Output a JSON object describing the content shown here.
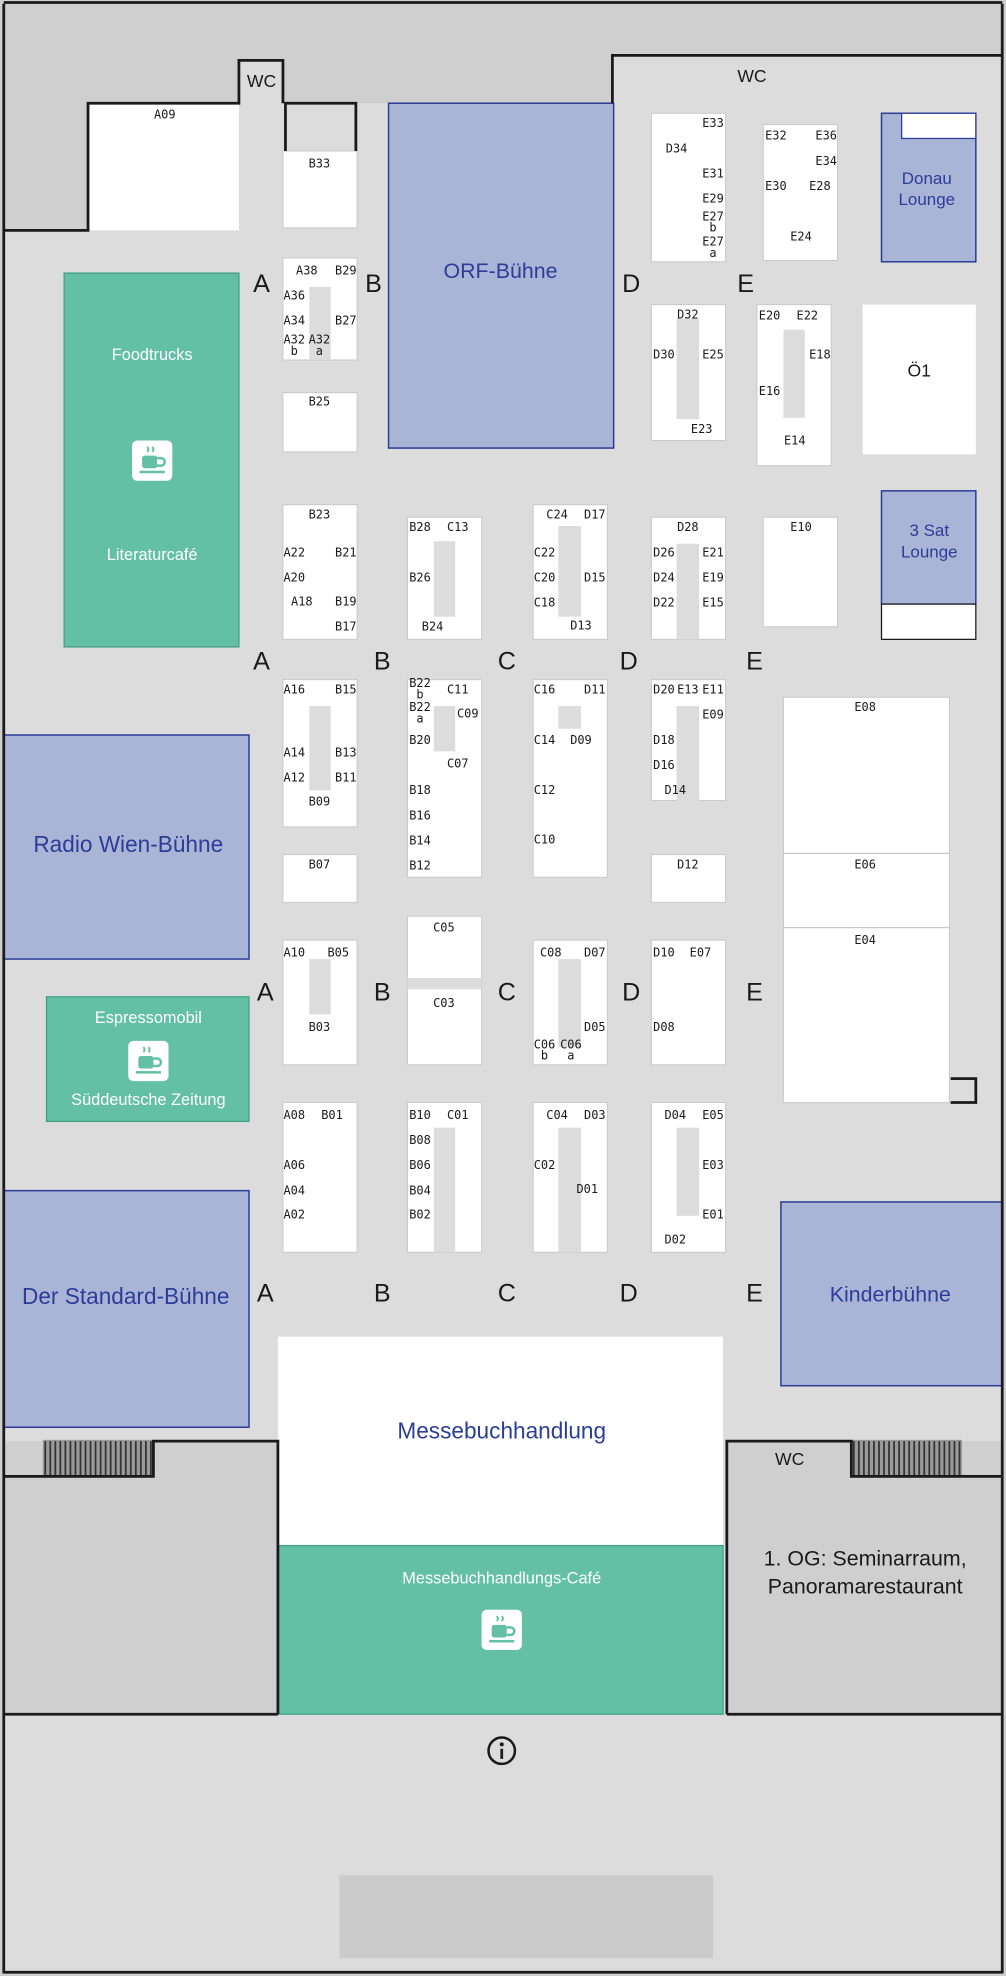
{
  "stages": {
    "orf": "ORF-Bühne",
    "donau": [
      "Donau",
      "Lounge"
    ],
    "sat3": [
      "3 Sat",
      "Lounge"
    ],
    "radio_wien": "Radio Wien-Bühne",
    "standard": "Der Standard-Bühne",
    "kinder": "Kinderbühne",
    "messebuch": "Messebuchhandlung"
  },
  "green_areas": {
    "foodtrucks": "Foodtrucks",
    "literaturcafe": "Literaturcafé",
    "espressomobil": "Espressomobil",
    "sueddeutsche": "Süddeutsche Zeitung",
    "buchcafe": "Messebuchhandlungs-Café"
  },
  "oe1": "Ö1",
  "wc": "WC",
  "upper_floor": [
    "1. OG: Seminarraum,",
    "Panoramarestaurant"
  ],
  "icons": {
    "coffee": "coffee-cup-icon",
    "info": "info-icon"
  },
  "colors": {
    "stage": "#aab4d6",
    "stage_text": "#2b3d97",
    "cafe": "#63c0a5",
    "floor": "#dcdcdc",
    "outside": "#cfcfcf"
  },
  "aisles": [
    "A",
    "B",
    "C",
    "D",
    "E"
  ],
  "booths": [
    "A09",
    "B33",
    "A38",
    "B29",
    "A36",
    "B27",
    "A34",
    "A32 b",
    "A32 a",
    "B25",
    "B23",
    "A22",
    "B21",
    "A20",
    "A18",
    "B19",
    "B17",
    "B28",
    "C13",
    "B26",
    "B24",
    "C24",
    "D17",
    "C22",
    "C20",
    "D15",
    "C18",
    "D13",
    "D34",
    "E33",
    "E31",
    "E29",
    "E27 b",
    "E27 a",
    "E32",
    "E36",
    "E34",
    "E30",
    "E28",
    "E24",
    "D32",
    "D30",
    "E25",
    "E23",
    "E20",
    "E22",
    "E18",
    "E16",
    "E14",
    "D28",
    "D26",
    "E21",
    "D24",
    "E19",
    "D22",
    "E15",
    "E10",
    "A16",
    "B15",
    "A14",
    "B13",
    "A12",
    "B11",
    "B09",
    "B07",
    "B22 b",
    "B22 a",
    "C11",
    "C09",
    "B20",
    "C07",
    "B18",
    "B16",
    "B14",
    "B12",
    "C16",
    "D11",
    "C14",
    "D09",
    "C12",
    "C10",
    "D20",
    "E13",
    "E11",
    "E09",
    "D18",
    "D16",
    "D14",
    "D12",
    "E08",
    "E06",
    "E04",
    "A10",
    "B05",
    "B03",
    "C05",
    "C03",
    "C08",
    "D07",
    "D05",
    "C06 b",
    "C06 a",
    "D10",
    "E07",
    "D08",
    "A08",
    "B01",
    "A06",
    "A04",
    "A02",
    "B10",
    "C01",
    "B08",
    "B06",
    "B04",
    "B02",
    "C04",
    "D03",
    "C02",
    "D01",
    "D04",
    "E05",
    "E03",
    "E01",
    "D02"
  ]
}
